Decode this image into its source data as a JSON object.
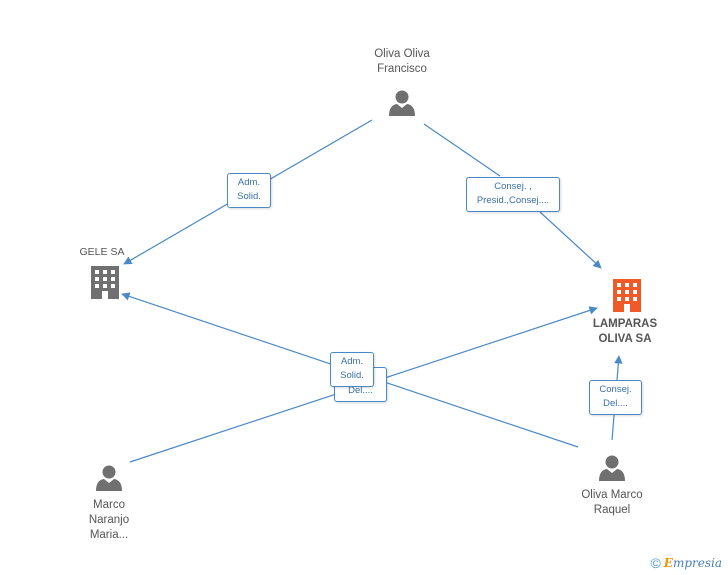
{
  "nodes": {
    "oliva_francisco": {
      "line1": "Oliva Oliva",
      "line2": "Francisco",
      "type": "person"
    },
    "gele": {
      "line1": "GELE SA",
      "type": "company"
    },
    "lamparas": {
      "line1": "LAMPARAS",
      "line2": "OLIVA SA",
      "type": "company-main"
    },
    "marco_naranjo": {
      "line1": "Marco",
      "line2": "Naranjo",
      "line3": "Maria...",
      "type": "person"
    },
    "oliva_raquel": {
      "line1": "Oliva Marco",
      "line2": "Raquel",
      "type": "person"
    }
  },
  "edges": {
    "francisco_gele": {
      "line1": "Adm.",
      "line2": "Solid."
    },
    "francisco_lamparas": {
      "line1": "Consej. ,",
      "line2": "Presid.,Consej...."
    },
    "center_back": {
      "line1": "",
      "line2": "Del...."
    },
    "center_front": {
      "line1": "Adm.",
      "line2": "Solid."
    },
    "raquel_lamparas": {
      "line1": "Consej.",
      "line2": "Del...."
    }
  },
  "colors": {
    "edge": "#4a88c7",
    "person_icon": "#707070",
    "company_icon": "#707070",
    "main_company_icon": "#f05a28"
  },
  "footer": {
    "copyright": "©",
    "brand_first": "E",
    "brand_rest": "mpresia"
  }
}
